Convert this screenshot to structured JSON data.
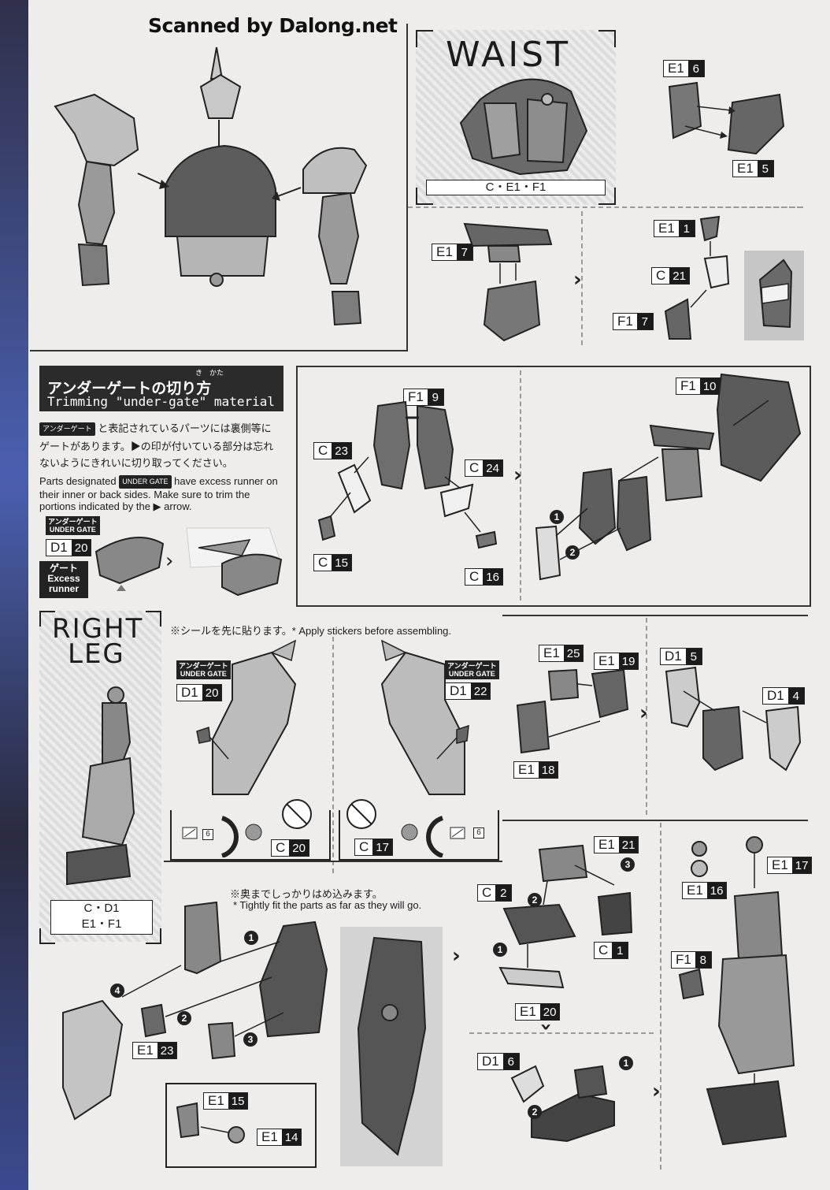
{
  "watermark": "Scanned by Dalong.net",
  "waist": {
    "title": "WAIST",
    "runners": "C・E1・F1",
    "tags": [
      {
        "l": "E1",
        "n": "6"
      },
      {
        "l": "E1",
        "n": "5"
      },
      {
        "l": "E1",
        "n": "7"
      },
      {
        "l": "E1",
        "n": "1"
      },
      {
        "l": "C",
        "n": "21"
      },
      {
        "l": "F1",
        "n": "7"
      }
    ]
  },
  "undergate": {
    "title_jp": "アンダーゲートの切り方",
    "title_ruby": "き　かた",
    "title_en": "Trimming \"under-gate\" material",
    "badge": "アンダーゲート",
    "jp_line1": "と表記されているパーツには裏側等に",
    "jp_line2": "ゲートがあります。▶の印が付いている部分は忘れ",
    "jp_line3": "ないようにきれいに切り取ってください。",
    "en_line1_a": "Parts designated",
    "en_badge": "UNDER GATE",
    "en_line1_b": "have excess runner on",
    "en_line2": "their inner or back sides. Make sure to trim the",
    "en_line3": "portions indicated by the ▶ arrow.",
    "ug_label_jp": "アンダーゲート",
    "ug_label_en": "UNDER GATE",
    "tag": {
      "l": "D1",
      "n": "20"
    },
    "gate_jp": "ゲート",
    "gate_en": "Excess runner"
  },
  "shoulder": {
    "tags": [
      {
        "l": "F1",
        "n": "9"
      },
      {
        "l": "C",
        "n": "23"
      },
      {
        "l": "C",
        "n": "24"
      },
      {
        "l": "C",
        "n": "15"
      },
      {
        "l": "C",
        "n": "16"
      },
      {
        "l": "F1",
        "n": "10"
      }
    ],
    "steps": [
      "1",
      "2"
    ]
  },
  "right_leg": {
    "title_line1": "RIGHT",
    "title_line2": "LEG",
    "runners_line1": "C・D1",
    "runners_line2": "E1・F1",
    "sticker_note": "※シールを先に貼ります。* Apply stickers before assembling.",
    "ug_jp": "アンダーゲート",
    "ug_en": "UNDER GATE",
    "tags_top": [
      {
        "l": "D1",
        "n": "20"
      },
      {
        "l": "D1",
        "n": "22"
      },
      {
        "l": "C",
        "n": "20"
      },
      {
        "l": "C",
        "n": "17"
      }
    ],
    "sticker_nums": [
      "6",
      "6"
    ],
    "tags_arm": [
      {
        "l": "E1",
        "n": "25"
      },
      {
        "l": "E1",
        "n": "19"
      },
      {
        "l": "E1",
        "n": "18"
      },
      {
        "l": "D1",
        "n": "5"
      },
      {
        "l": "D1",
        "n": "4"
      }
    ],
    "fit_note_jp": "※奥までしっかりはめ込みます。",
    "fit_note_en": "* Tightly fit the parts as far as they will go.",
    "tags_bottom": [
      {
        "l": "E1",
        "n": "23"
      },
      {
        "l": "E1",
        "n": "15"
      },
      {
        "l": "E1",
        "n": "14"
      },
      {
        "l": "E1",
        "n": "21"
      },
      {
        "l": "C",
        "n": "2"
      },
      {
        "l": "C",
        "n": "1"
      },
      {
        "l": "E1",
        "n": "20"
      },
      {
        "l": "D1",
        "n": "6"
      },
      {
        "l": "E1",
        "n": "17"
      },
      {
        "l": "E1",
        "n": "16"
      },
      {
        "l": "F1",
        "n": "8"
      }
    ],
    "steps": [
      "1",
      "2",
      "3",
      "4"
    ]
  }
}
